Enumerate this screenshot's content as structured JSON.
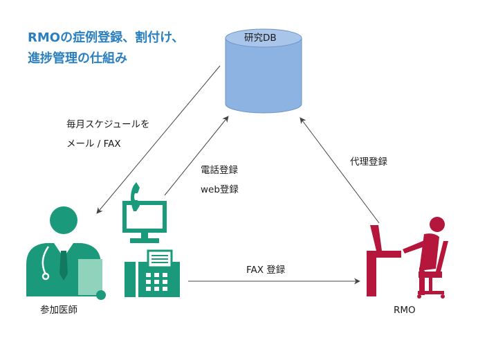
{
  "title": {
    "line1": "RMOの症例登録、割付け、",
    "line2": "進捗管理の仕組み"
  },
  "database": {
    "label": "研究DB"
  },
  "edges": {
    "monthly_schedule": {
      "line1": "毎月スケジュールを",
      "line2": "メール / FAX"
    },
    "phone_web": {
      "line1": "電話登録",
      "line2": "web登録"
    },
    "proxy": {
      "label": "代理登録"
    },
    "fax": {
      "label": "FAX 登録"
    }
  },
  "actors": {
    "doctor": {
      "label": "参加医師"
    },
    "rmo": {
      "label": "RMO"
    }
  },
  "colors": {
    "title": "#2a7fc1",
    "db_fill": "#8db3e2",
    "db_top": "#a9c6ea",
    "green": "#1a9a7a",
    "green_light": "#8fd3bd",
    "rmo": "#b5163b"
  }
}
